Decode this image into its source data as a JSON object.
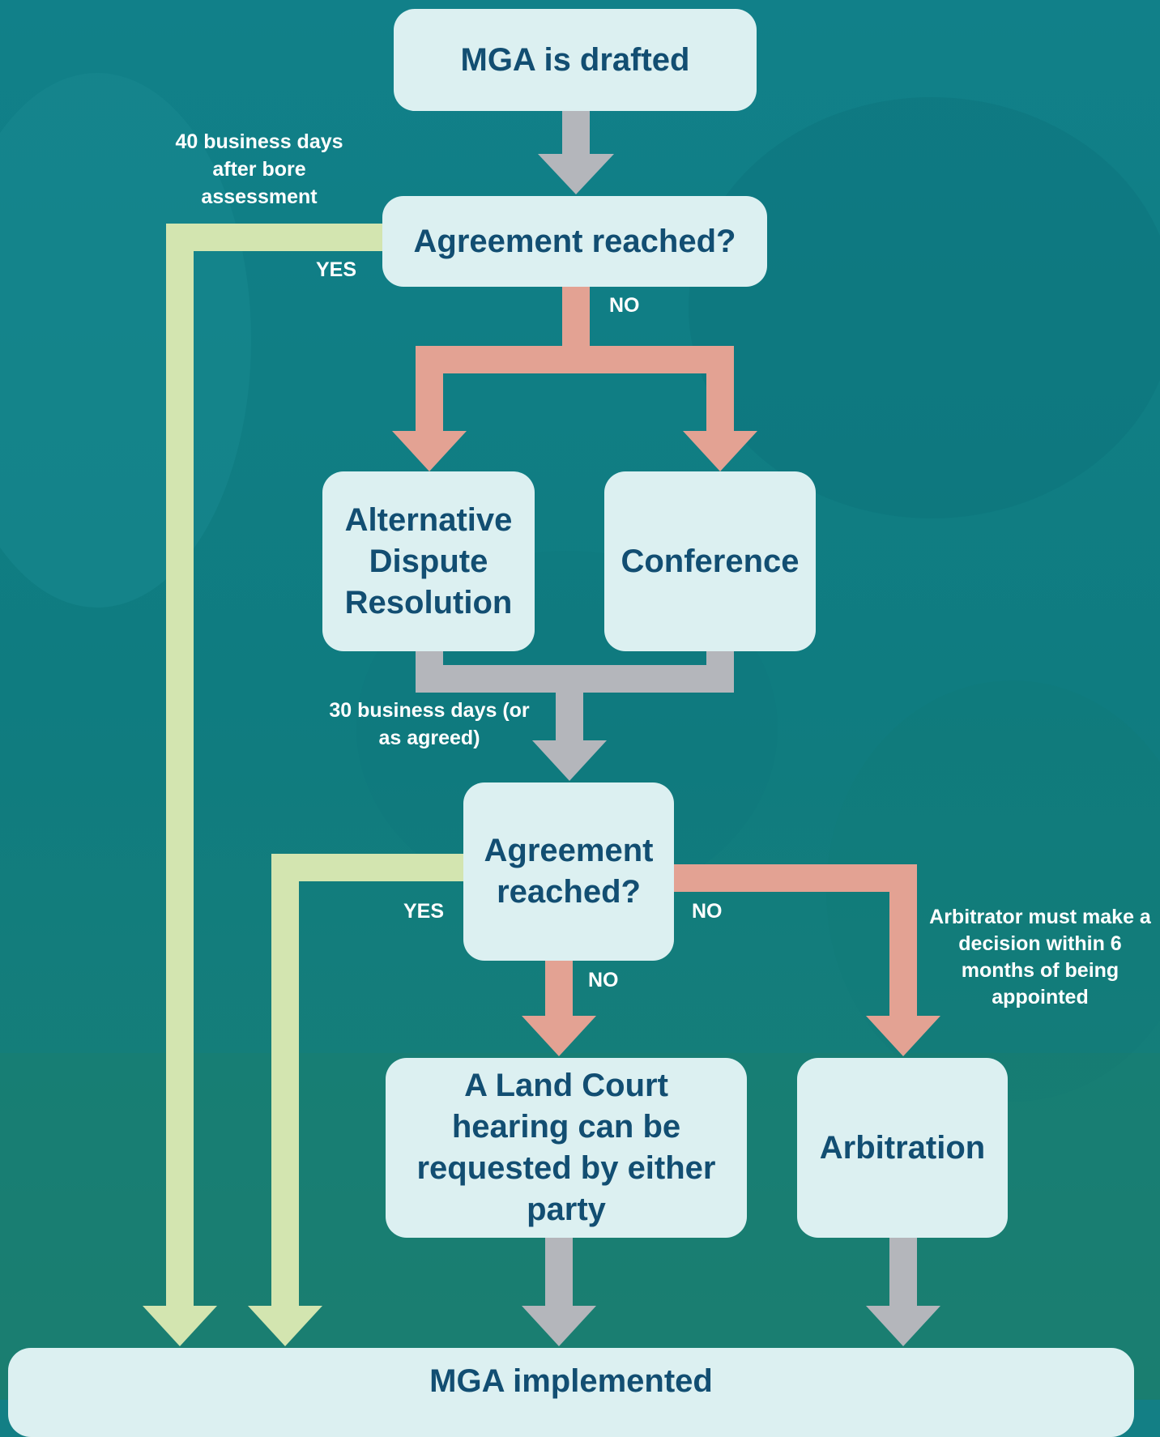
{
  "diagram": {
    "nodes": {
      "draft": "MGA is drafted",
      "agree1": "Agreement reached?",
      "adr": "Alternative Dispute Resolution",
      "conference": "Conference",
      "agree2": "Agreement reached?",
      "land_court": "A Land Court hearing can be requested by either party",
      "arbitration": "Arbitration",
      "implemented": "MGA implemented"
    },
    "labels": {
      "days_40": "40 business days after bore assessment",
      "yes_1": "YES",
      "no_1": "NO",
      "days_30": "30 business days (or as agreed)",
      "yes_2": "YES",
      "no_2a": "NO",
      "no_2b": "NO",
      "arbitrator_note": "Arbitrator must make a decision within 6 months of being appointed"
    },
    "edges": [
      {
        "from": "draft",
        "to": "agree1"
      },
      {
        "from": "agree1",
        "to": "implemented",
        "label": "YES"
      },
      {
        "from": "agree1",
        "to": "adr",
        "label": "NO"
      },
      {
        "from": "agree1",
        "to": "conference",
        "label": "NO"
      },
      {
        "from": "adr",
        "to": "agree2"
      },
      {
        "from": "conference",
        "to": "agree2"
      },
      {
        "from": "agree2",
        "to": "implemented",
        "label": "YES"
      },
      {
        "from": "agree2",
        "to": "land_court",
        "label": "NO"
      },
      {
        "from": "agree2",
        "to": "arbitration",
        "label": "NO"
      },
      {
        "from": "land_court",
        "to": "implemented"
      },
      {
        "from": "arbitration",
        "to": "implemented"
      }
    ],
    "colors": {
      "background": "#137f85",
      "box_fill": "#dcf0f1",
      "box_text": "#124e72",
      "arrow_grey": "#b4b6bb",
      "arrow_yes": "#d3e5b0",
      "arrow_no": "#e3a293",
      "label_text": "#ffffff"
    }
  }
}
